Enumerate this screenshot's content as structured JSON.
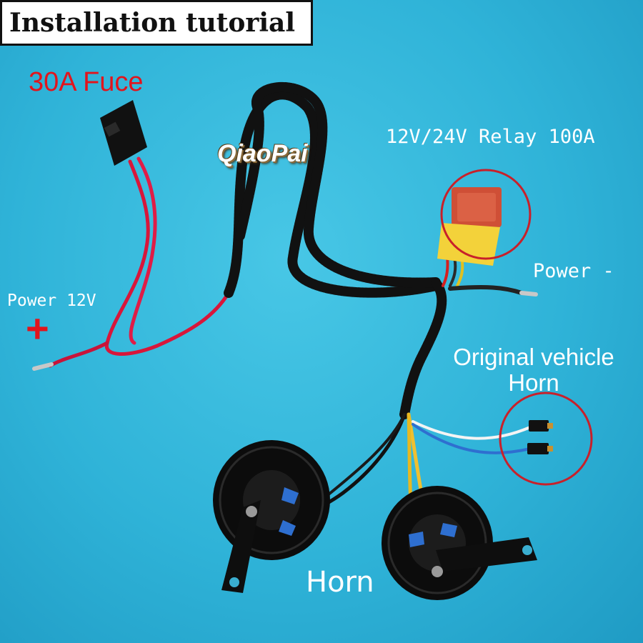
{
  "title": "Installation tutorial",
  "labels": {
    "fuse": "30A Fuce",
    "relay": "12V/24V Relay 100A",
    "power_negative": "Power -",
    "power_12v": "Power 12V",
    "plus_sign": "+",
    "original_horn_line1": "Original vehicle",
    "original_horn_line2": "Horn",
    "horn": "Horn"
  },
  "watermark": "QiaoPai",
  "colors": {
    "background": "#2fb3d8",
    "highlight_circle": "#c8202a",
    "red_text": "#e2141c",
    "relay_socket": "#f3d23a",
    "relay_body": "#d4553a"
  }
}
